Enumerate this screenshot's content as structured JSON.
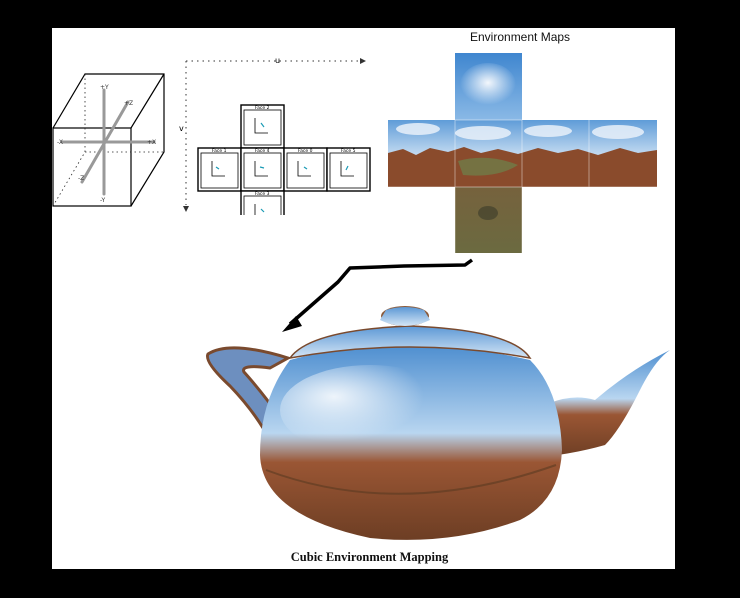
{
  "title": "Environment Maps",
  "caption": "Cubic Environment Mapping",
  "cube_diagram": {
    "axis_labels": [
      "+Y",
      "+Z",
      "-X",
      "+X",
      "-Z",
      "-Y"
    ]
  },
  "uv_layout": {
    "u_label": "u",
    "v_label": "v",
    "faces": [
      "Face 2",
      "Face 1",
      "Face 4",
      "Face 0",
      "Face 5",
      "Face 3"
    ]
  },
  "colors": {
    "frame": "#000000",
    "sky": "#5d9ad6",
    "cloud": "#eef4fb",
    "terrain": "#8a4b2c",
    "grass": "#6f7c48",
    "arrow": "#000000"
  }
}
